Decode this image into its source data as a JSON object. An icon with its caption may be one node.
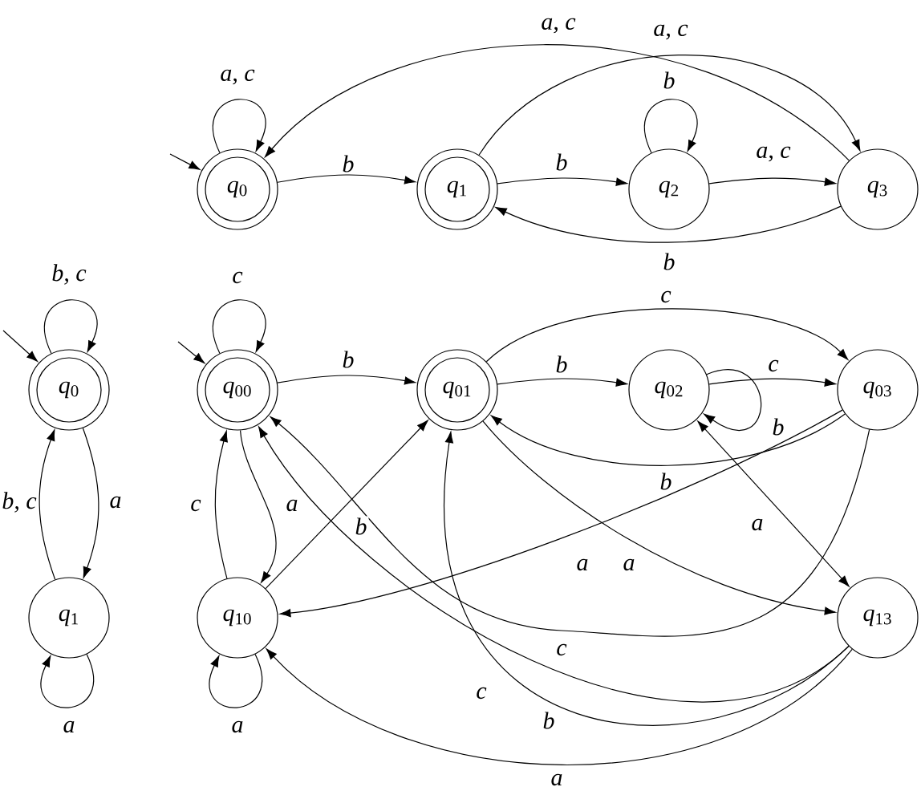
{
  "diagram": {
    "nodes": [
      {
        "text": [
          "*q*$_{0}$"
        ]
      },
      {
        "text": [
          "*q*$_{1}$"
        ]
      },
      {
        "text": [
          "*q*$_{2}$"
        ]
      },
      {
        "text": [
          "*q*$_{3}$"
        ]
      },
      {
        "text": [
          "*q*$_{0}$"
        ]
      },
      {
        "text": [
          "*q*$_{1}$"
        ]
      },
      {
        "text": [
          "*q*$_{00}$"
        ]
      },
      {
        "text": [
          "*q*$_{01}$"
        ]
      },
      {
        "text": [
          "*q*$_{02}$"
        ]
      },
      {
        "text": [
          "*q*$_{03}$"
        ]
      },
      {
        "text": [
          "*q*$_{10}$"
        ]
      },
      {
        "text": [
          "*q*$_{13}$"
        ]
      }
    ],
    "edges": [
      {
        "from": null,
        "to": 0,
        "arrow": "to"
      },
      {
        "from": 0,
        "to": 0,
        "arrow": "to",
        "label": "a, c"
      },
      {
        "from": 0,
        "to": 1,
        "arrow": "to",
        "label": "b"
      },
      {
        "from": 1,
        "to": 2,
        "arrow": "to",
        "label": "b"
      },
      {
        "from": 2,
        "to": 2,
        "arrow": "to",
        "label": "b"
      },
      {
        "from": 2,
        "to": 3,
        "arrow": "to",
        "label": "a, c"
      },
      {
        "from": 3,
        "to": 1,
        "arrow": "to",
        "label": "b"
      },
      {
        "from": 3,
        "to": 0,
        "arrow": "to",
        "label": "a, c"
      },
      {
        "from": 1,
        "to": 3,
        "arrow": "to",
        "label": "a, c"
      },
      {
        "from": null,
        "to": 4,
        "arrow": "to"
      },
      {
        "from": 4,
        "to": 4,
        "arrow": "to",
        "label": "b, c"
      },
      {
        "from": 4,
        "to": 5,
        "arrow": "to",
        "label": "a"
      },
      {
        "from": 5,
        "to": 4,
        "arrow": "to",
        "label": "b, c"
      },
      {
        "from": 5,
        "to": 5,
        "arrow": "to",
        "label": "a"
      },
      {
        "from": null,
        "to": 6,
        "arrow": "to"
      },
      {
        "from": 6,
        "to": 6,
        "arrow": "to",
        "label": "c"
      },
      {
        "from": 6,
        "to": 7,
        "arrow": "to",
        "label": "b"
      },
      {
        "from": 7,
        "to": 8,
        "arrow": "to",
        "label": "b"
      },
      {
        "from": 8,
        "to": 8,
        "arrow": "to",
        "label": "b"
      },
      {
        "from": 8,
        "to": 9,
        "arrow": "to",
        "label": "c"
      },
      {
        "from": 7,
        "to": 9,
        "arrow": "to",
        "label": "c"
      },
      {
        "from": 9,
        "to": 7,
        "arrow": "to",
        "label": "b"
      },
      {
        "from": 6,
        "to": 10,
        "arrow": "to",
        "label": "a"
      },
      {
        "from": 10,
        "to": 6,
        "arrow": "to",
        "label": "c"
      },
      {
        "from": 10,
        "to": 10,
        "arrow": "to",
        "label": "a"
      },
      {
        "from": 10,
        "to": 7,
        "arrow": "to",
        "label": "b"
      },
      {
        "from": 7,
        "to": 11,
        "arrow": "to",
        "label": "a"
      },
      {
        "from": 8,
        "to": 11,
        "arrow": "both",
        "label": "a"
      },
      {
        "from": 9,
        "to": 10,
        "arrow": "to",
        "label": "a"
      },
      {
        "from": 9,
        "to": 6,
        "arrow": "to",
        "label": "c"
      },
      {
        "from": 11,
        "to": 6,
        "arrow": "to",
        "label": "c"
      },
      {
        "from": 11,
        "to": 7,
        "arrow": "to",
        "label": "b"
      },
      {
        "from": 11,
        "to": 10,
        "arrow": "to",
        "label": "a"
      }
    ]
  }
}
